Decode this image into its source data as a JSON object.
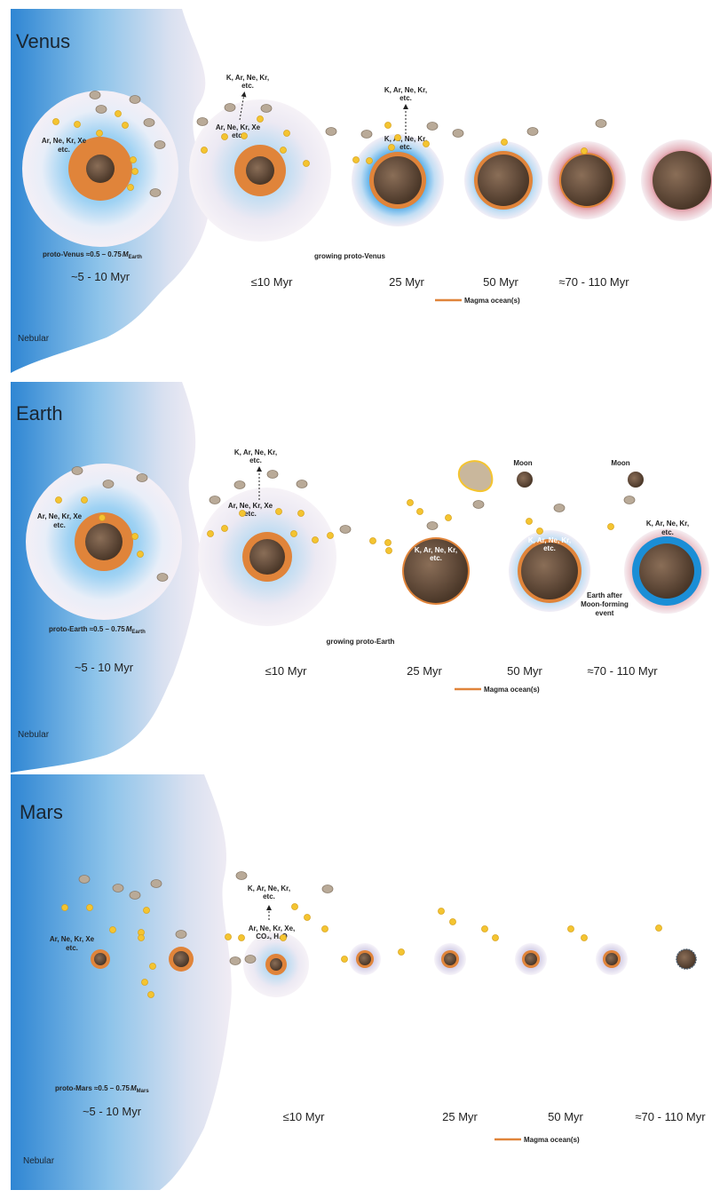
{
  "panels": [
    {
      "title": "Venus",
      "proto_label": "proto-Venus ≈0.5 – 0.75",
      "mass_symbol": "M",
      "mass_subscript": "Earth",
      "first_time": "~5 - 10 Myr",
      "gases_captured": "Ar, Ne, Kr, Xe",
      "gases_captured_2": "etc.",
      "gases_lost_1a": "K, Ar, Ne, Kr,",
      "gases_lost_1b": "etc.",
      "gases_inner_1a": "Ar, Ne, Kr, Xe",
      "gases_inner_1b": "etc.",
      "gases_lost_2a": "K, Ar, Ne, Kr,",
      "gases_lost_2b": "etc.",
      "gases_inner_2a": "K, Ar, Ne, Kr,",
      "gases_inner_2b": "etc.",
      "growing_label": "growing proto-Venus",
      "times": [
        "≤10 Myr",
        "25 Myr",
        "50 Myr",
        "≈70 - 110 Myr"
      ],
      "legend": "Magma ocean(s)",
      "nebular": "Nebular"
    },
    {
      "title": "Earth",
      "proto_label": "proto-Earth ≈0.5 – 0.75",
      "mass_symbol": "M",
      "mass_subscript": "Earth",
      "first_time": "~5 - 10 Myr",
      "gases_captured": "Ar, Ne, Kr, Xe",
      "gases_captured_2": "etc.",
      "gases_lost_1a": "K, Ar, Ne, Kr,",
      "gases_lost_1b": "etc.",
      "gases_inner_1a": "Ar, Ne, Kr, Xe",
      "gases_inner_1b": "etc.",
      "gases_on_25a": "K, Ar, Ne, Kr,",
      "gases_on_25b": "etc.",
      "gases_on_50a": "K, Ar, Ne, Kr,",
      "gases_on_50b": "etc.",
      "gases_on_70a": "K, Ar, Ne, Kr,",
      "gases_on_70b": "etc.",
      "moon_label": "Moon",
      "moon_label_2": "Moon",
      "after_1": "Earth after",
      "after_2": "Moon-forming",
      "after_3": "event",
      "growing_label": "growing proto-Earth",
      "times": [
        "≤10 Myr",
        "25 Myr",
        "50 Myr",
        "≈70 - 110 Myr"
      ],
      "legend": "Magma ocean(s)",
      "nebular": "Nebular"
    },
    {
      "title": "Mars",
      "proto_label": "proto-Mars ≈0.5 – 0.75",
      "mass_symbol": "M",
      "mass_subscript": "Mars",
      "first_time": "~5 - 10 Myr",
      "gases_captured": "Ar, Ne, Kr, Xe",
      "gases_captured_2": "etc.",
      "gases_lost_1a": "K, Ar, Ne, Kr,",
      "gases_lost_1b": "etc.",
      "gases_inner_1a": "Ar, Ne, Kr, Xe,",
      "gases_inner_1b": "CO₂, H₂O",
      "times": [
        "≤10 Myr",
        "25 Myr",
        "50 Myr",
        "≈70 - 110 Myr"
      ],
      "legend": "Magma ocean(s)",
      "nebular": "Nebular"
    }
  ],
  "colors": {
    "nebula": "#3d8fd6",
    "magma": "#e0843a",
    "core": "#5a4333",
    "planetesimal": "#f4c430",
    "rock": "#b9aa98",
    "water_ring": "#1b8ed6",
    "atmosphere_red": "#c94a5a"
  }
}
